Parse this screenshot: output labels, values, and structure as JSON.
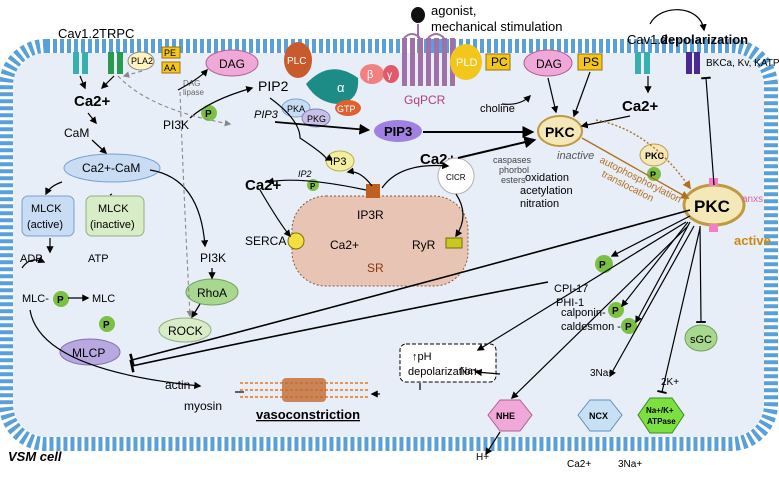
{
  "cell_label": "VSM cell",
  "channels": {
    "cav12_left": "Cav1.2",
    "trpc": "TRPC",
    "cav12_right": "Cav1.2",
    "depolarization_top": "depolarization",
    "k_channels": "BKCa, Kv, KATP"
  },
  "membrane": {
    "pla2": "PLA2",
    "pe": "PE",
    "aa": "AA",
    "dag_lipase": "DAG lipase",
    "dag_left": "DAG",
    "plc": "PLC",
    "alpha": "α",
    "gtp": "GTP",
    "beta": "β",
    "gamma": "γ",
    "gqpcr": "GqPCR",
    "agonist": "agonist,",
    "mechanical": "mechanical stimulation",
    "pld": "PLD",
    "pc": "PC",
    "dag_right": "DAG",
    "ps": "PS",
    "choline": "choline"
  },
  "cytosol": {
    "ca_left": "Ca2+",
    "cam": "CaM",
    "ca_cam": "Ca2+-CaM",
    "pi3k_top": "PI3K",
    "pip2": "PIP2",
    "pip3_small": "PIP3",
    "pka": "PKA",
    "pkg": "PKG",
    "pip3_big": "PIP3",
    "ip3": "IP3",
    "ip2": "IP2",
    "ca_mid": "Ca2+",
    "ca_center": "Ca2+",
    "ca_right": "Ca2+",
    "mlck_active_1": "MLCK",
    "mlck_active_2": "(active)",
    "mlck_inactive_1": "MLCK",
    "mlck_inactive_2": "(inactive)",
    "pi3k_low": "PI3K",
    "rhoa": "RhoA",
    "rock": "ROCK",
    "adp": "ADP",
    "atp": "ATP",
    "mlc_left": "MLC-",
    "mlc_right": "MLC",
    "mlcp": "MLCP",
    "actin": "actin",
    "myosin": "myosin",
    "vasoconstriction": "vasoconstriction",
    "ph": "↑pH",
    "depolarization_box": "depolarization",
    "serca": "SERCA",
    "ip3r": "IP3R",
    "sr_ca": "Ca2+",
    "sr": "SR",
    "ryr": "RyR",
    "cicr": "CICR",
    "p": "P"
  },
  "pkc": {
    "inactive_label": "PKC",
    "inactive": "inactive",
    "caspases": "caspases",
    "phorbol": "phorbol",
    "esters": "esters",
    "oxidation": "oxidation",
    "acetylation": "acetylation",
    "nitration": "nitration",
    "autophosphorylation": "autophosphorylation",
    "translocation": "translocation",
    "small_pkc": "PKC",
    "active_label": "PKC",
    "active": "active",
    "anxs": "anxs",
    "cpi17": "CPI-17",
    "phi1": "PHI-1",
    "calponin": "calponin-",
    "caldesmon": "caldesmon -",
    "sgc": "sGC"
  },
  "transporters": {
    "nhe": "NHE",
    "ncx": "NCX",
    "nak_1": "Na+/K+",
    "nak_2": "ATPase",
    "na_in": "Na+",
    "h_out": "H+",
    "na3_in": "3Na+",
    "ca_out": "Ca2+",
    "k2_in": "2K+",
    "na3_out": "3Na+"
  },
  "colors": {
    "cell_fill": "#e8eef8",
    "membrane": "#5aa0d8",
    "plc": "#c85a2c",
    "alpha": "#1e8c86",
    "gtp": "#e06030",
    "beta_gamma": "#e05a6a",
    "gpcr": "#a070a8",
    "pld": "#f2c61a",
    "dag": "#f0a8d8",
    "pkc_fill": "#f4e8b8",
    "pkc_border": "#c09a40",
    "pip3": "#a080e0",
    "ca_cam": "#c8dcf4",
    "mlck": "#c8dcf4",
    "green_p": "#7bc043",
    "rhoa": "#a8d890",
    "mlcp": "#b8a8e0",
    "sr": "#e8c4b4",
    "nhe": "#f0a8d8",
    "ncx": "#c8e0f4",
    "nak": "#7be040",
    "channel": "#38b0b0",
    "k_channel": "#4a2a90",
    "vaso": "#f0924a",
    "orange_arrow": "#b07020"
  }
}
